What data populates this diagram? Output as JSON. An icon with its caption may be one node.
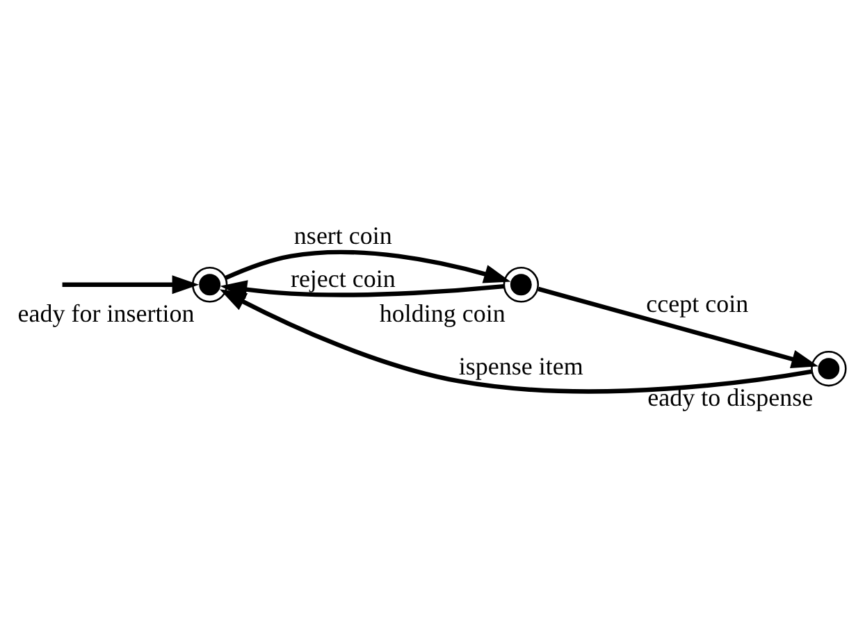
{
  "diagram": {
    "nodes": [
      {
        "text": [
          "eady for insertion"
        ]
      },
      {
        "text": [
          "holding coin"
        ]
      },
      {
        "text": [
          "eady to dispense"
        ]
      }
    ],
    "edges": [
      {
        "from": null,
        "to": 0,
        "arrow": "to"
      },
      {
        "from": 0,
        "to": 1,
        "label": "nsert coin",
        "arrow": "to"
      },
      {
        "from": 1,
        "to": 0,
        "label": "reject coin",
        "arrow": "to"
      },
      {
        "from": 1,
        "to": 2,
        "label": "ccept coin",
        "arrow": "to"
      },
      {
        "from": 2,
        "to": 0,
        "label": "ispense item",
        "arrow": "to"
      }
    ]
  }
}
